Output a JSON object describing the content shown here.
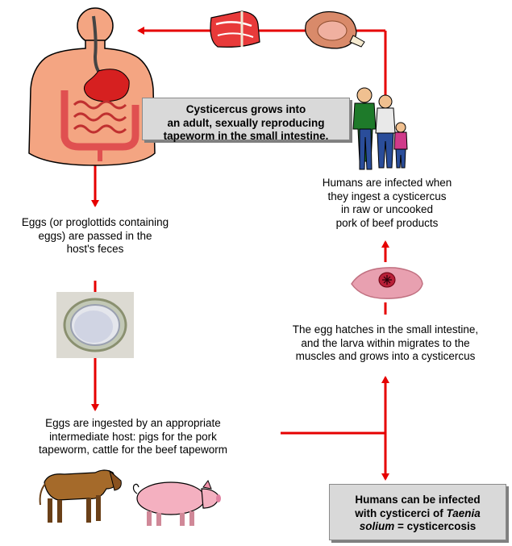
{
  "boxes": {
    "cysticercus_adult": {
      "line1": "Cysticercus grows into",
      "line2": "an adult, sexually reproducing",
      "line3": "tapeworm in the small intestine."
    },
    "cysticercosis": {
      "line1": "Humans can be infected",
      "line2_pre": "with cysticerci of ",
      "line2_ital": "Taenia",
      "line3_ital": "solium",
      "line3_post": " = cysticercosis"
    }
  },
  "captions": {
    "eggs_passed": [
      "Eggs (or proglottids containing",
      "eggs) are passed in the",
      "host's feces"
    ],
    "eggs_ingested": [
      "Eggs are ingested by an appropriate",
      "intermediate host: pigs for the pork",
      "tapeworm, cattle for the beef tapeworm"
    ],
    "egg_hatches": [
      "The egg hatches in the small intestine,",
      "and the larva within migrates to the",
      "muscles and grows into a cysticercus"
    ],
    "humans_infected": [
      "Humans are infected when",
      "they ingest a cysticercus",
      "in raw or uncooked",
      "pork of beef products"
    ]
  },
  "colors": {
    "arrow_red": "#e60000",
    "arrow_blue": "#0000e6",
    "box_fill": "#d9d9d9",
    "body_skin": "#f4a582",
    "intestine": "#e05050",
    "stomach": "#d62020"
  },
  "icons": [
    "human-digestive-system-icon",
    "steak-meat-icon",
    "ham-meat-icon",
    "family-people-icon",
    "cysticercus-larva-icon",
    "egg-micrograph-icon",
    "cow-icon",
    "pig-icon"
  ]
}
